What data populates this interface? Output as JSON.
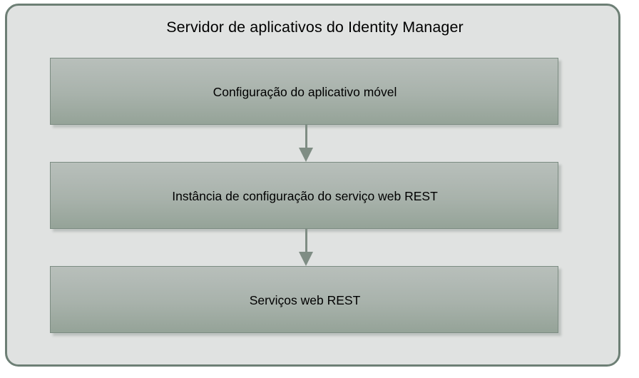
{
  "diagram": {
    "title": "Servidor de aplicativos do Identity Manager",
    "colors": {
      "container_background": "#e0e2e1",
      "container_border": "#6d7f75",
      "box_gradient_top": "#b8bfba",
      "box_gradient_bottom": "#95a398",
      "box_border": "#7c8c82",
      "arrow": "#7f8d84",
      "text": "#000000",
      "page_background": "#ffffff"
    },
    "nodes": [
      {
        "id": "mobile-app-config",
        "label": "Configuração do aplicativo móvel"
      },
      {
        "id": "rest-service-config-instance",
        "label": "Instância de configuração do serviço web REST"
      },
      {
        "id": "rest-web-services",
        "label": "Serviços web REST"
      }
    ],
    "connectors": [
      {
        "id": "arrow-1",
        "from": "mobile-app-config",
        "to": "rest-service-config-instance",
        "direction": "down",
        "icon": "arrow-down-icon"
      },
      {
        "id": "arrow-2",
        "from": "rest-service-config-instance",
        "to": "rest-web-services",
        "direction": "down",
        "icon": "arrow-down-icon"
      }
    ]
  }
}
